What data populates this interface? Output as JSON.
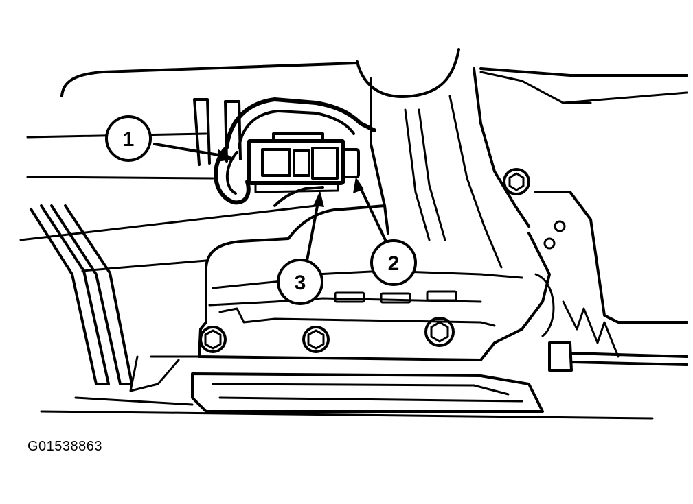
{
  "callouts": [
    {
      "id": "1",
      "label": "1"
    },
    {
      "id": "2",
      "label": "2"
    },
    {
      "id": "3",
      "label": "3"
    }
  ],
  "figure_id": "G01538863",
  "colors": {
    "line": "#000000",
    "background": "#ffffff"
  }
}
